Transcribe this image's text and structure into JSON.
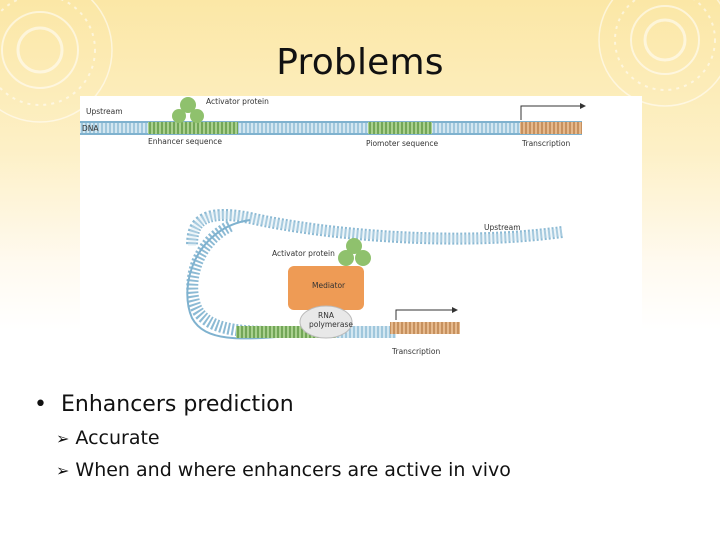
{
  "slide": {
    "title": "Problems"
  },
  "figure": {
    "top_labels": {
      "upstream": "Upstream",
      "activator_protein": "Activator protein",
      "dna": "DNA",
      "enhancer_sequence": "Enhancer sequence",
      "promoter_sequence": "Piomoter sequence",
      "transcription": "Transcription"
    },
    "bottom_labels": {
      "upstream": "Upstream",
      "activator_protein": "Activator protein",
      "mediator": "Mediator",
      "rna_polymerase_line1": "RNA",
      "rna_polymerase_line2": "polymerase",
      "transcription": "Transcription"
    },
    "colors": {
      "dna_strand": "#9ec7dd",
      "enhancer": "#6aa84f",
      "promoter": "#5f8f3e",
      "transcription_region": "#c7925a",
      "activator": "#8fc16d",
      "mediator": "#ee9b55",
      "rna_polymerase": "#e8e8e8"
    }
  },
  "bullets": {
    "main": "Enhancers prediction",
    "sub": [
      "Accurate",
      "When and where enhancers are active in vivo"
    ]
  }
}
